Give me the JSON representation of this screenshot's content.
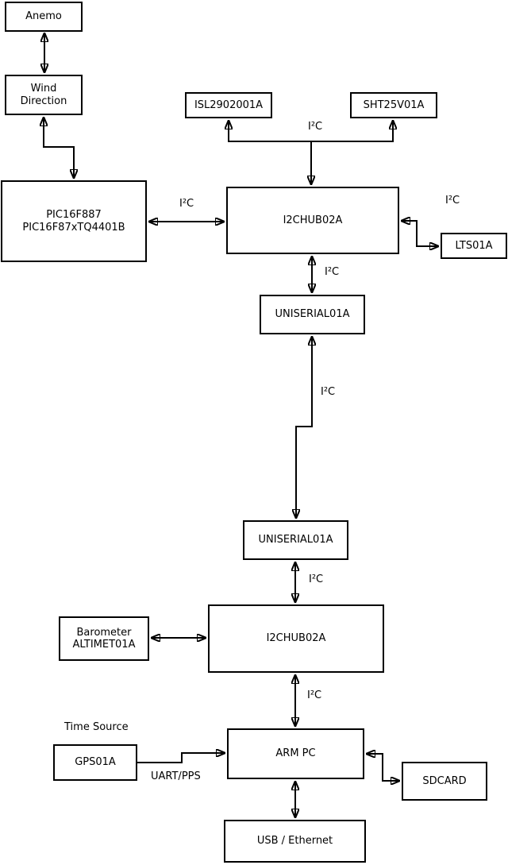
{
  "diagram": {
    "boxes": {
      "anemo": {
        "label": "Anemo"
      },
      "wind_direction": {
        "label": "Wind\nDirection"
      },
      "pic": {
        "label": "PIC16F887\nPIC16F87xTQ4401B"
      },
      "isl": {
        "label": "ISL2902001A"
      },
      "sht": {
        "label": "SHT25V01A"
      },
      "i2chub_top": {
        "label": "I2CHUB02A"
      },
      "lts": {
        "label": "LTS01A"
      },
      "uniserial_top": {
        "label": "UNISERIAL01A"
      },
      "uniserial_bottom": {
        "label": "UNISERIAL01A"
      },
      "barometer": {
        "label": "Barometer\nALTIMET01A"
      },
      "i2chub_bottom": {
        "label": "I2CHUB02A"
      },
      "arm_pc": {
        "label": "ARM PC"
      },
      "gps": {
        "label": "GPS01A"
      },
      "sdcard": {
        "label": "SDCARD"
      },
      "usb_ethernet": {
        "label": "USB / Ethernet"
      }
    },
    "labels": {
      "i2c_sensor_bus": "I²C",
      "i2c_pic_hub": "I²C",
      "i2c_hub_lts": "I²C",
      "i2c_hub_uniserial": "I²C",
      "i2c_uniserial_link": "I²C",
      "i2c_uniserial_hub2": "I²C",
      "i2c_hub2_armpc": "I²C",
      "time_source": "Time Source",
      "uart_pps": "UART/PPS"
    },
    "colors": {
      "line": "#000000",
      "box_border": "#000000",
      "background": "#ffffff"
    }
  }
}
